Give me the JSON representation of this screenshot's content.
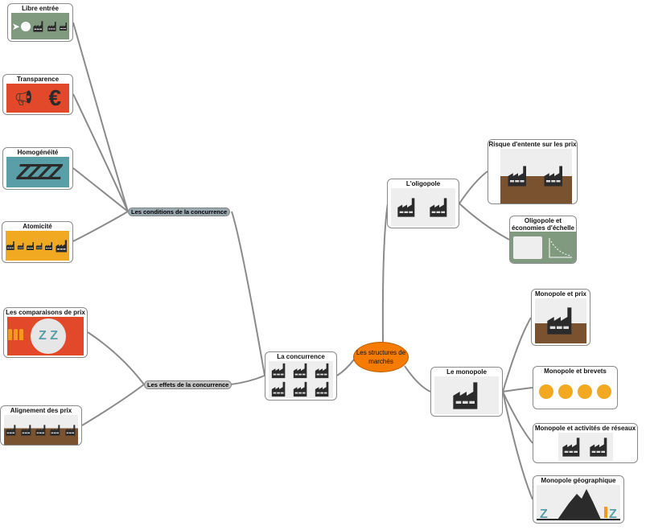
{
  "root": {
    "label": "Les structures de marchés",
    "color": "#f57c00"
  },
  "concurrence": {
    "label": "La concurrence",
    "conditions": {
      "label": "Les conditions de la concurrence",
      "children": [
        {
          "label": "Libre entrée",
          "color": "#7f9a7e"
        },
        {
          "label": "Transparence",
          "color": "#e2492b"
        },
        {
          "label": "Homogénéité",
          "color": "#5a9ea8"
        },
        {
          "label": "Atomicité",
          "color": "#f2a922"
        }
      ]
    },
    "effets": {
      "label": "Les effets de la concurrence",
      "children": [
        {
          "label": "Les comparaisons de prix",
          "color": "#e2492b"
        },
        {
          "label": "Alignement des prix",
          "color": "#7b5230"
        }
      ]
    }
  },
  "oligopole": {
    "label": "L'oligopole",
    "children": [
      {
        "label": "Risque d'entente sur les prix"
      },
      {
        "label": "Oligopole et économies d'échelle"
      }
    ]
  },
  "monopole": {
    "label": "Le monopole",
    "children": [
      {
        "label": "Monopole et prix"
      },
      {
        "label": "Monopole et brevets"
      },
      {
        "label": "Monopole et activités de réseaux"
      },
      {
        "label": "Monopole géographique"
      }
    ]
  },
  "colors": {
    "connector": "#8a8a8a",
    "factory": "#2b2b2b",
    "ground": "#7b5230",
    "accent_orange": "#f39a1e",
    "z_teal": "#5a9ea8"
  },
  "icons": [
    "factory-icon",
    "megaphone-icon",
    "euro-icon",
    "z-price-icon",
    "person-icon",
    "mountain-icon",
    "patent-scroll-icon",
    "graph-icon"
  ]
}
